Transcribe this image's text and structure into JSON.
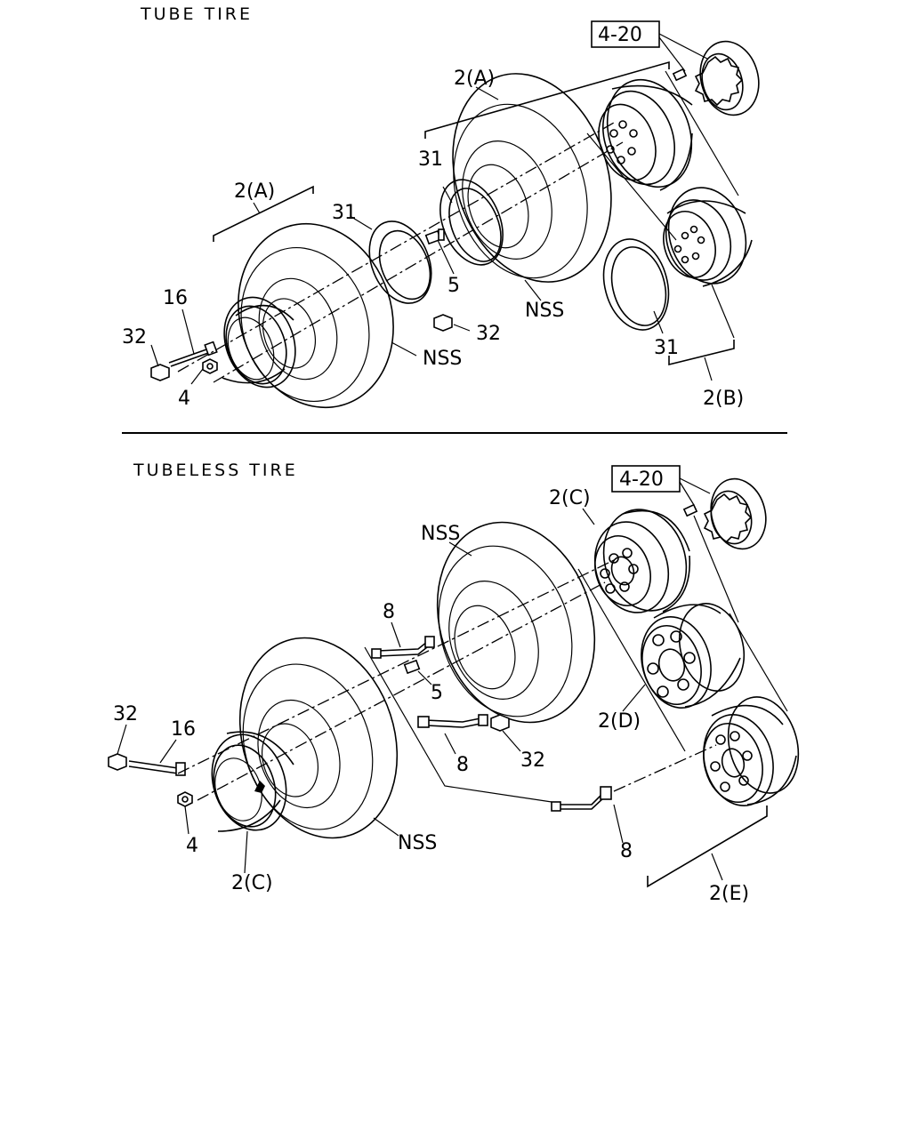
{
  "sections": {
    "tube": {
      "title": "TUBE TIRE"
    },
    "tubeless": {
      "title": "TUBELESS TIRE"
    }
  },
  "callouts": {
    "t_ref": "4-20",
    "t_2a_right": "2(A)",
    "t_2a_left": "2(A)",
    "t_31_a": "31",
    "t_31_b": "31",
    "t_31_c": "31",
    "t_16": "16",
    "t_32_a": "32",
    "t_32_b": "32",
    "t_4": "4",
    "t_5": "5",
    "t_nss_a": "NSS",
    "t_nss_b": "NSS",
    "t_2b": "2(B)",
    "b_ref": "4-20",
    "b_2c_top": "2(C)",
    "b_nss_top": "NSS",
    "b_8_a": "8",
    "b_5": "5",
    "b_8_b": "8",
    "b_32_right": "32",
    "b_32_left": "32",
    "b_16": "16",
    "b_4": "4",
    "b_2c_bottom": "2(C)",
    "b_nss_bottom": "NSS",
    "b_2d": "2(D)",
    "b_8_c": "8",
    "b_2e": "2(E)"
  }
}
